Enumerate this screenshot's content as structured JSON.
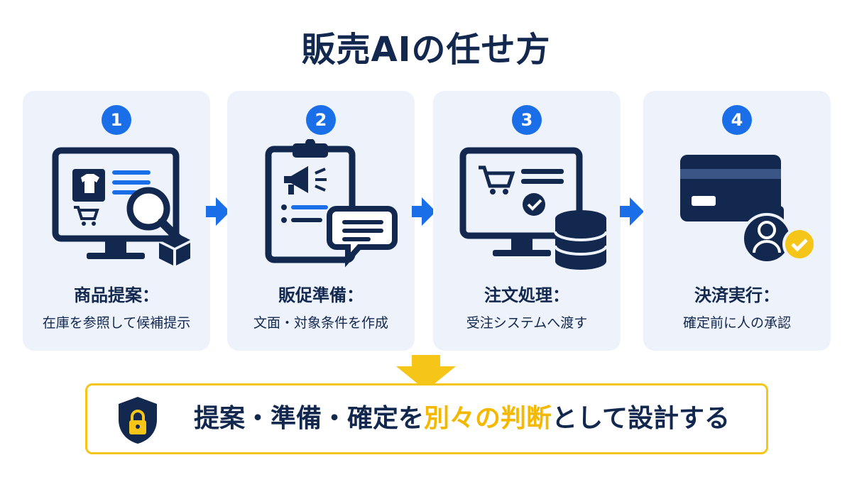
{
  "title": "販売AIの任せ方",
  "steps": [
    {
      "number": "1",
      "title": "商品提案：",
      "desc": "在庫を参照して候補提示",
      "icon": "monitor-search-icon"
    },
    {
      "number": "2",
      "title": "販促準備：",
      "desc": "文面・対象条件を作成",
      "icon": "clipboard-megaphone-icon"
    },
    {
      "number": "3",
      "title": "注文処理：",
      "desc": "受注システムへ渡す",
      "icon": "monitor-cart-database-icon"
    },
    {
      "number": "4",
      "title": "決済実行：",
      "desc": "確定前に人の承認",
      "icon": "card-lock-approval-icon"
    }
  ],
  "banner": {
    "pre": "提案・準備・確定を",
    "highlight": "別々の判断",
    "post": "として設計する"
  },
  "colors": {
    "navy": "#13284f",
    "accent_blue": "#1a6fe8",
    "highlight_yellow": "#f5c518",
    "card_bg": "#eef3fb"
  }
}
